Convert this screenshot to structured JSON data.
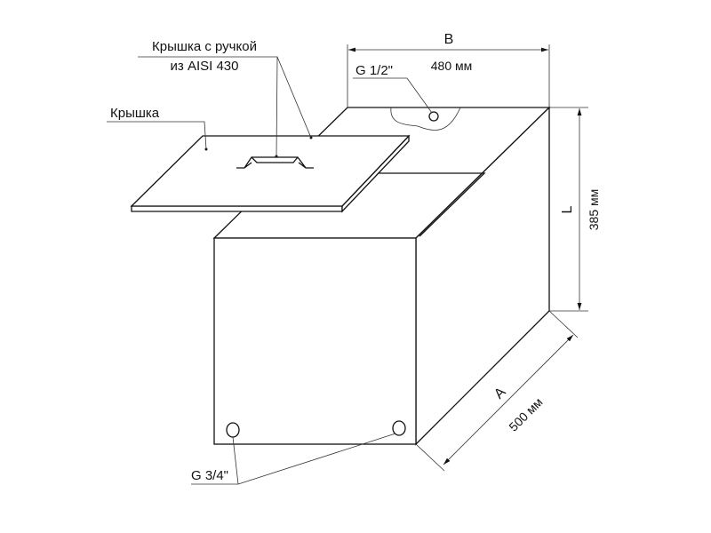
{
  "labels": {
    "lid_handle_line1": "Крышка с ручкой",
    "lid_handle_line2": "из AISI 430",
    "lid": "Крышка",
    "inlet": "G 1/2\"",
    "outlet": "G 3/4\""
  },
  "dimensions": {
    "b_letter": "B",
    "b_value": "480 мм",
    "l_letter": "L",
    "l_value": "385 мм",
    "a_letter": "A",
    "a_value": "500 мм"
  }
}
